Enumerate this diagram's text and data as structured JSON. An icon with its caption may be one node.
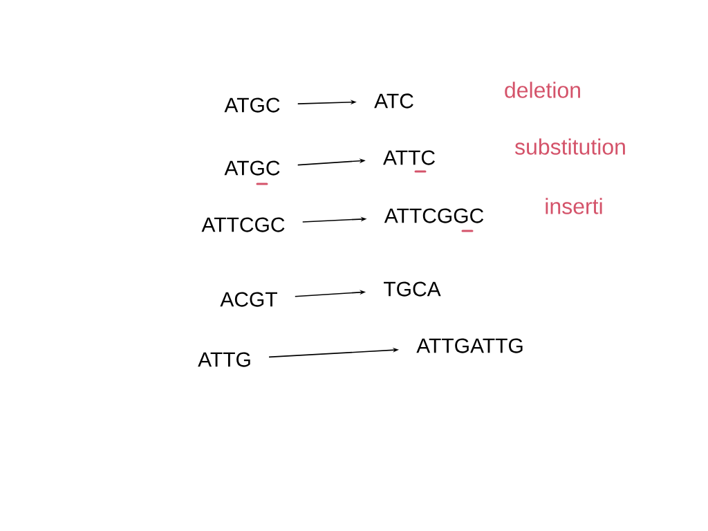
{
  "diagram": {
    "nodes": [
      {
        "text": [
          "ATGC"
        ]
      },
      {
        "text": [
          "ATC"
        ]
      },
      {
        "text": [
          "ATGC"
        ]
      },
      {
        "text": [
          "ATTC"
        ]
      },
      {
        "text": [
          "ATTCGC"
        ]
      },
      {
        "text": [
          "ATTCGGC"
        ]
      },
      {
        "text": [
          "ACGT"
        ]
      },
      {
        "text": [
          "TGCA"
        ]
      },
      {
        "text": [
          "ATTG"
        ]
      },
      {
        "text": [
          "ATTGATTG"
        ]
      }
    ],
    "edges": [
      {
        "from": 0,
        "to": 1,
        "arrow": "to"
      },
      {
        "from": 2,
        "to": 3,
        "arrow": "to"
      },
      {
        "from": 4,
        "to": 5,
        "arrow": "to"
      },
      {
        "from": 6,
        "to": 7,
        "arrow": "to"
      },
      {
        "from": 8,
        "to": 9,
        "arrow": "to"
      }
    ],
    "labels": [
      "deletion",
      "substitution",
      "inserti"
    ]
  }
}
